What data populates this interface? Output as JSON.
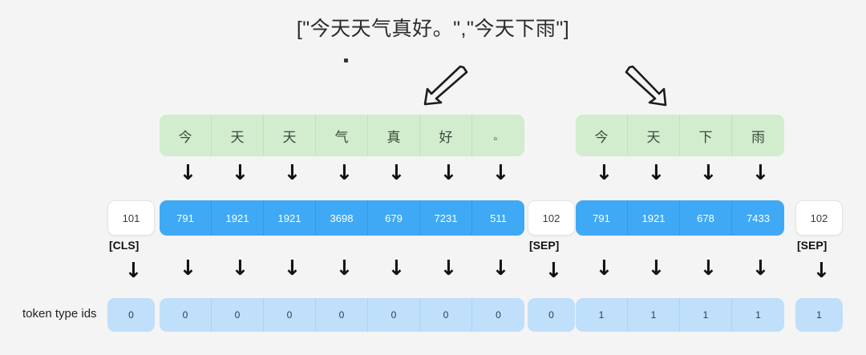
{
  "title": "[\"今天天气真好。\",\"今天下雨\"]",
  "colors": {
    "background": "#f4f4f4",
    "green_cell": "#d2ecce",
    "blue_cell": "#3fa9f5",
    "light_blue_cell": "#bfdffb",
    "special_cell": "#ffffff",
    "arrow": "#111111",
    "text_dark": "#2b2b2b"
  },
  "annotations": {
    "left_arrow_icon": "hand-drawn-arrow-down-left",
    "right_arrow_icon": "hand-drawn-arrow-down-right",
    "dot": "•"
  },
  "rows": {
    "characters": {
      "groups": [
        {
          "chars": [
            "今",
            "天",
            "天",
            "气",
            "真",
            "好",
            "。"
          ]
        },
        {
          "chars": [
            "今",
            "天",
            "下",
            "雨"
          ]
        }
      ]
    },
    "input_ids": {
      "cls": {
        "value": "101",
        "caption": "[CLS]"
      },
      "sentence_a": [
        "791",
        "1921",
        "1921",
        "3698",
        "679",
        "7231",
        "511"
      ],
      "sep1": {
        "value": "102",
        "caption": "[SEP]"
      },
      "sentence_b": [
        "791",
        "1921",
        "678",
        "7433"
      ],
      "sep2": {
        "value": "102",
        "caption": "[SEP]"
      }
    },
    "token_type_ids": {
      "label": "token type ids",
      "cls": "0",
      "sentence_a": [
        "0",
        "0",
        "0",
        "0",
        "0",
        "0",
        "0"
      ],
      "sep1": "0",
      "sentence_b": [
        "1",
        "1",
        "1",
        "1"
      ],
      "sep2": "1"
    }
  },
  "arrow_glyph": "↓"
}
